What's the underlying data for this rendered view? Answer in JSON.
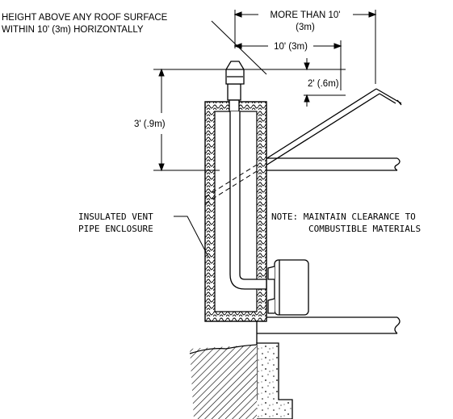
{
  "labels": {
    "height_above_line1": "HEIGHT ABOVE ANY ROOF SURFACE",
    "height_above_line2": "WITHIN 10' (3m) HORIZONTALLY",
    "more_than_line1": "MORE THAN 10'",
    "more_than_line2": "(3m)",
    "ten_feet": "10' (3m)",
    "two_feet": "2' (.6m)",
    "three_feet": "3' (.9m)",
    "enclosure_line1": "INSULATED VENT",
    "enclosure_line2": "PIPE ENCLOSURE",
    "note_line1": "NOTE: MAINTAIN CLEARANCE TO",
    "note_line2": "COMBUSTIBLE MATERIALS"
  },
  "colors": {
    "line": "#000000",
    "background": "#ffffff"
  }
}
